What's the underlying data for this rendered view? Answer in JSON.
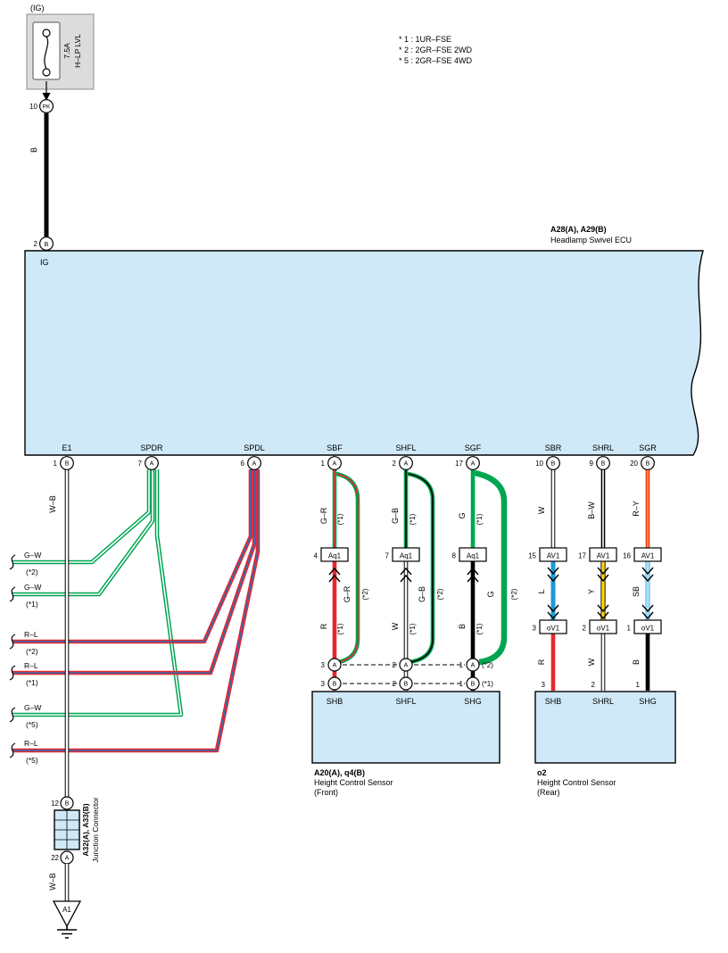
{
  "colors": {
    "green": "#00A551",
    "red": "#E8262D",
    "blue_stripe": "#2F6DB5",
    "wire_blue": "#1C9AD6",
    "yellow": "#FFD60A",
    "sky_blue": "#A9E1F8",
    "orange": "#F7941D",
    "black": "#000000",
    "component_fill": "#CFE9F8",
    "fuse_fill": "#DCDCDC"
  },
  "notes": [
    "* 1 : 1UR–FSE",
    "* 2 : 2GR–FSE 2WD",
    "* 5 : 2GR–FSE 4WD"
  ],
  "fuse": {
    "tag": "(IG)",
    "rating": "7.5A",
    "name": "H–LP LVL",
    "pin": "10",
    "pin_code": "PK",
    "wire": "B",
    "ecu_pin": "2",
    "ecu_pin_code": "B"
  },
  "ecu": {
    "code": "A28(A), A29(B)",
    "name": "Headlamp Swivel ECU",
    "internal": "IG",
    "pins": [
      {
        "name": "E1",
        "num": "1",
        "code": "B"
      },
      {
        "name": "SPDR",
        "num": "7",
        "code": "A"
      },
      {
        "name": "SPDL",
        "num": "6",
        "code": "A"
      },
      {
        "name": "SBF",
        "num": "1",
        "code": "A"
      },
      {
        "name": "SHFL",
        "num": "2",
        "code": "A"
      },
      {
        "name": "SGF",
        "num": "17",
        "code": "A"
      },
      {
        "name": "SBR",
        "num": "10",
        "code": "B"
      },
      {
        "name": "SHRL",
        "num": "9",
        "code": "B"
      },
      {
        "name": "SGR",
        "num": "20",
        "code": "B"
      }
    ]
  },
  "stubs": [
    {
      "wire": "G–W",
      "var": "(*2)"
    },
    {
      "wire": "G–W",
      "var": "(*1)"
    },
    {
      "wire": "R–L",
      "var": "(*2)"
    },
    {
      "wire": "R–L",
      "var": "(*1)"
    },
    {
      "wire": "G–W",
      "var": "(*5)"
    },
    {
      "wire": "R–L",
      "var": "(*5)"
    }
  ],
  "ground_branch": {
    "wire_top": "W–B",
    "wire_bottom": "W–B",
    "ground": "A1",
    "junction": {
      "pin_top_num": "12",
      "pin_top_code": "B",
      "pin_bottom_num": "22",
      "pin_bottom_code": "A",
      "code": "A32(A), A33(B)",
      "name": "Junction Connector"
    }
  },
  "front": {
    "code": "A20(A), q4(B)",
    "name": "Height Control Sensor",
    "sub": "(Front)",
    "terminals": [
      "SHB",
      "SHFL",
      "SHG"
    ],
    "columns": [
      {
        "wire_top": "G–R",
        "var_top": "(*1)",
        "conn_num": "4",
        "conn": "Aq1",
        "wire_byp": "G–R",
        "var_byp": "(*2)",
        "wire_bot": "R",
        "var_bot": "(*1)",
        "pin_a_num": "3",
        "pin_a_code": "A",
        "var_a": "",
        "pin_b_num": "3",
        "pin_b_code": "B",
        "var_b": ""
      },
      {
        "wire_top": "G–B",
        "var_top": "(*1)",
        "conn_num": "7",
        "conn": "Aq1",
        "wire_byp": "G–B",
        "var_byp": "(*2)",
        "wire_bot": "W",
        "var_bot": "(*1)",
        "pin_a_num": "2",
        "pin_a_code": "A",
        "var_a": "",
        "pin_b_num": "2",
        "pin_b_code": "B",
        "var_b": ""
      },
      {
        "wire_top": "G",
        "var_top": "(*1)",
        "conn_num": "8",
        "conn": "Aq1",
        "wire_byp": "G",
        "var_byp": "(*2)",
        "wire_bot": "B",
        "var_bot": "(*1)",
        "pin_a_num": "1",
        "pin_a_code": "A",
        "var_a": "(*2)",
        "pin_b_num": "1",
        "pin_b_code": "B",
        "var_b": "(*1)"
      }
    ]
  },
  "rear": {
    "code": "o2",
    "name": "Height Control Sensor",
    "sub": "(Rear)",
    "terminals": [
      "SHB",
      "SHRL",
      "SHG"
    ],
    "columns": [
      {
        "wire_top": "W",
        "conn1_num": "15",
        "conn1": "AV1",
        "wire_mid": "L",
        "conn2_num": "3",
        "conn2": "oV1",
        "wire_bot": "R",
        "pin": "3"
      },
      {
        "wire_top": "B–W",
        "conn1_num": "17",
        "conn1": "AV1",
        "wire_mid": "Y",
        "conn2_num": "2",
        "conn2": "oV1",
        "wire_bot": "W",
        "pin": "2"
      },
      {
        "wire_top": "R–Y",
        "conn1_num": "16",
        "conn1": "AV1",
        "wire_mid": "SB",
        "conn2_num": "1",
        "conn2": "oV1",
        "wire_bot": "B",
        "pin": "1"
      }
    ]
  }
}
